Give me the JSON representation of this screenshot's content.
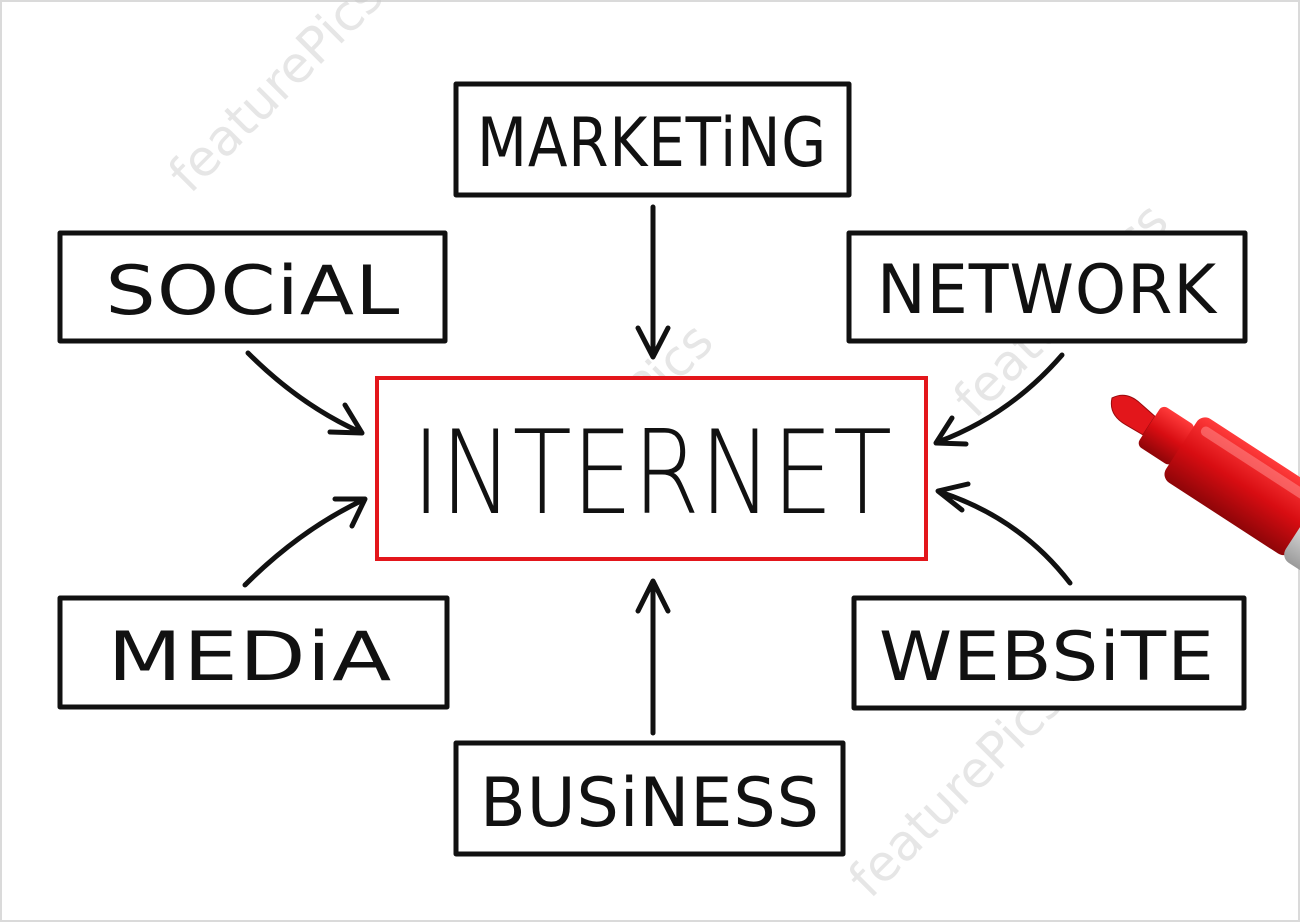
{
  "diagram": {
    "center": {
      "label": "INTERNET",
      "border_color": "#e3161b"
    },
    "nodes": [
      {
        "id": "marketing",
        "label": "MARKETiNG"
      },
      {
        "id": "social",
        "label": "SOCiAL"
      },
      {
        "id": "network",
        "label": "NETWORK"
      },
      {
        "id": "media",
        "label": "MEDiA"
      },
      {
        "id": "website",
        "label": "WEBSiTE"
      },
      {
        "id": "business",
        "label": "BUSiNESS"
      }
    ],
    "arrow_direction": "toward center",
    "marker": {
      "color": "#e3161b",
      "icon": "red-marker-icon"
    }
  },
  "watermark": {
    "text": "featurePics"
  }
}
